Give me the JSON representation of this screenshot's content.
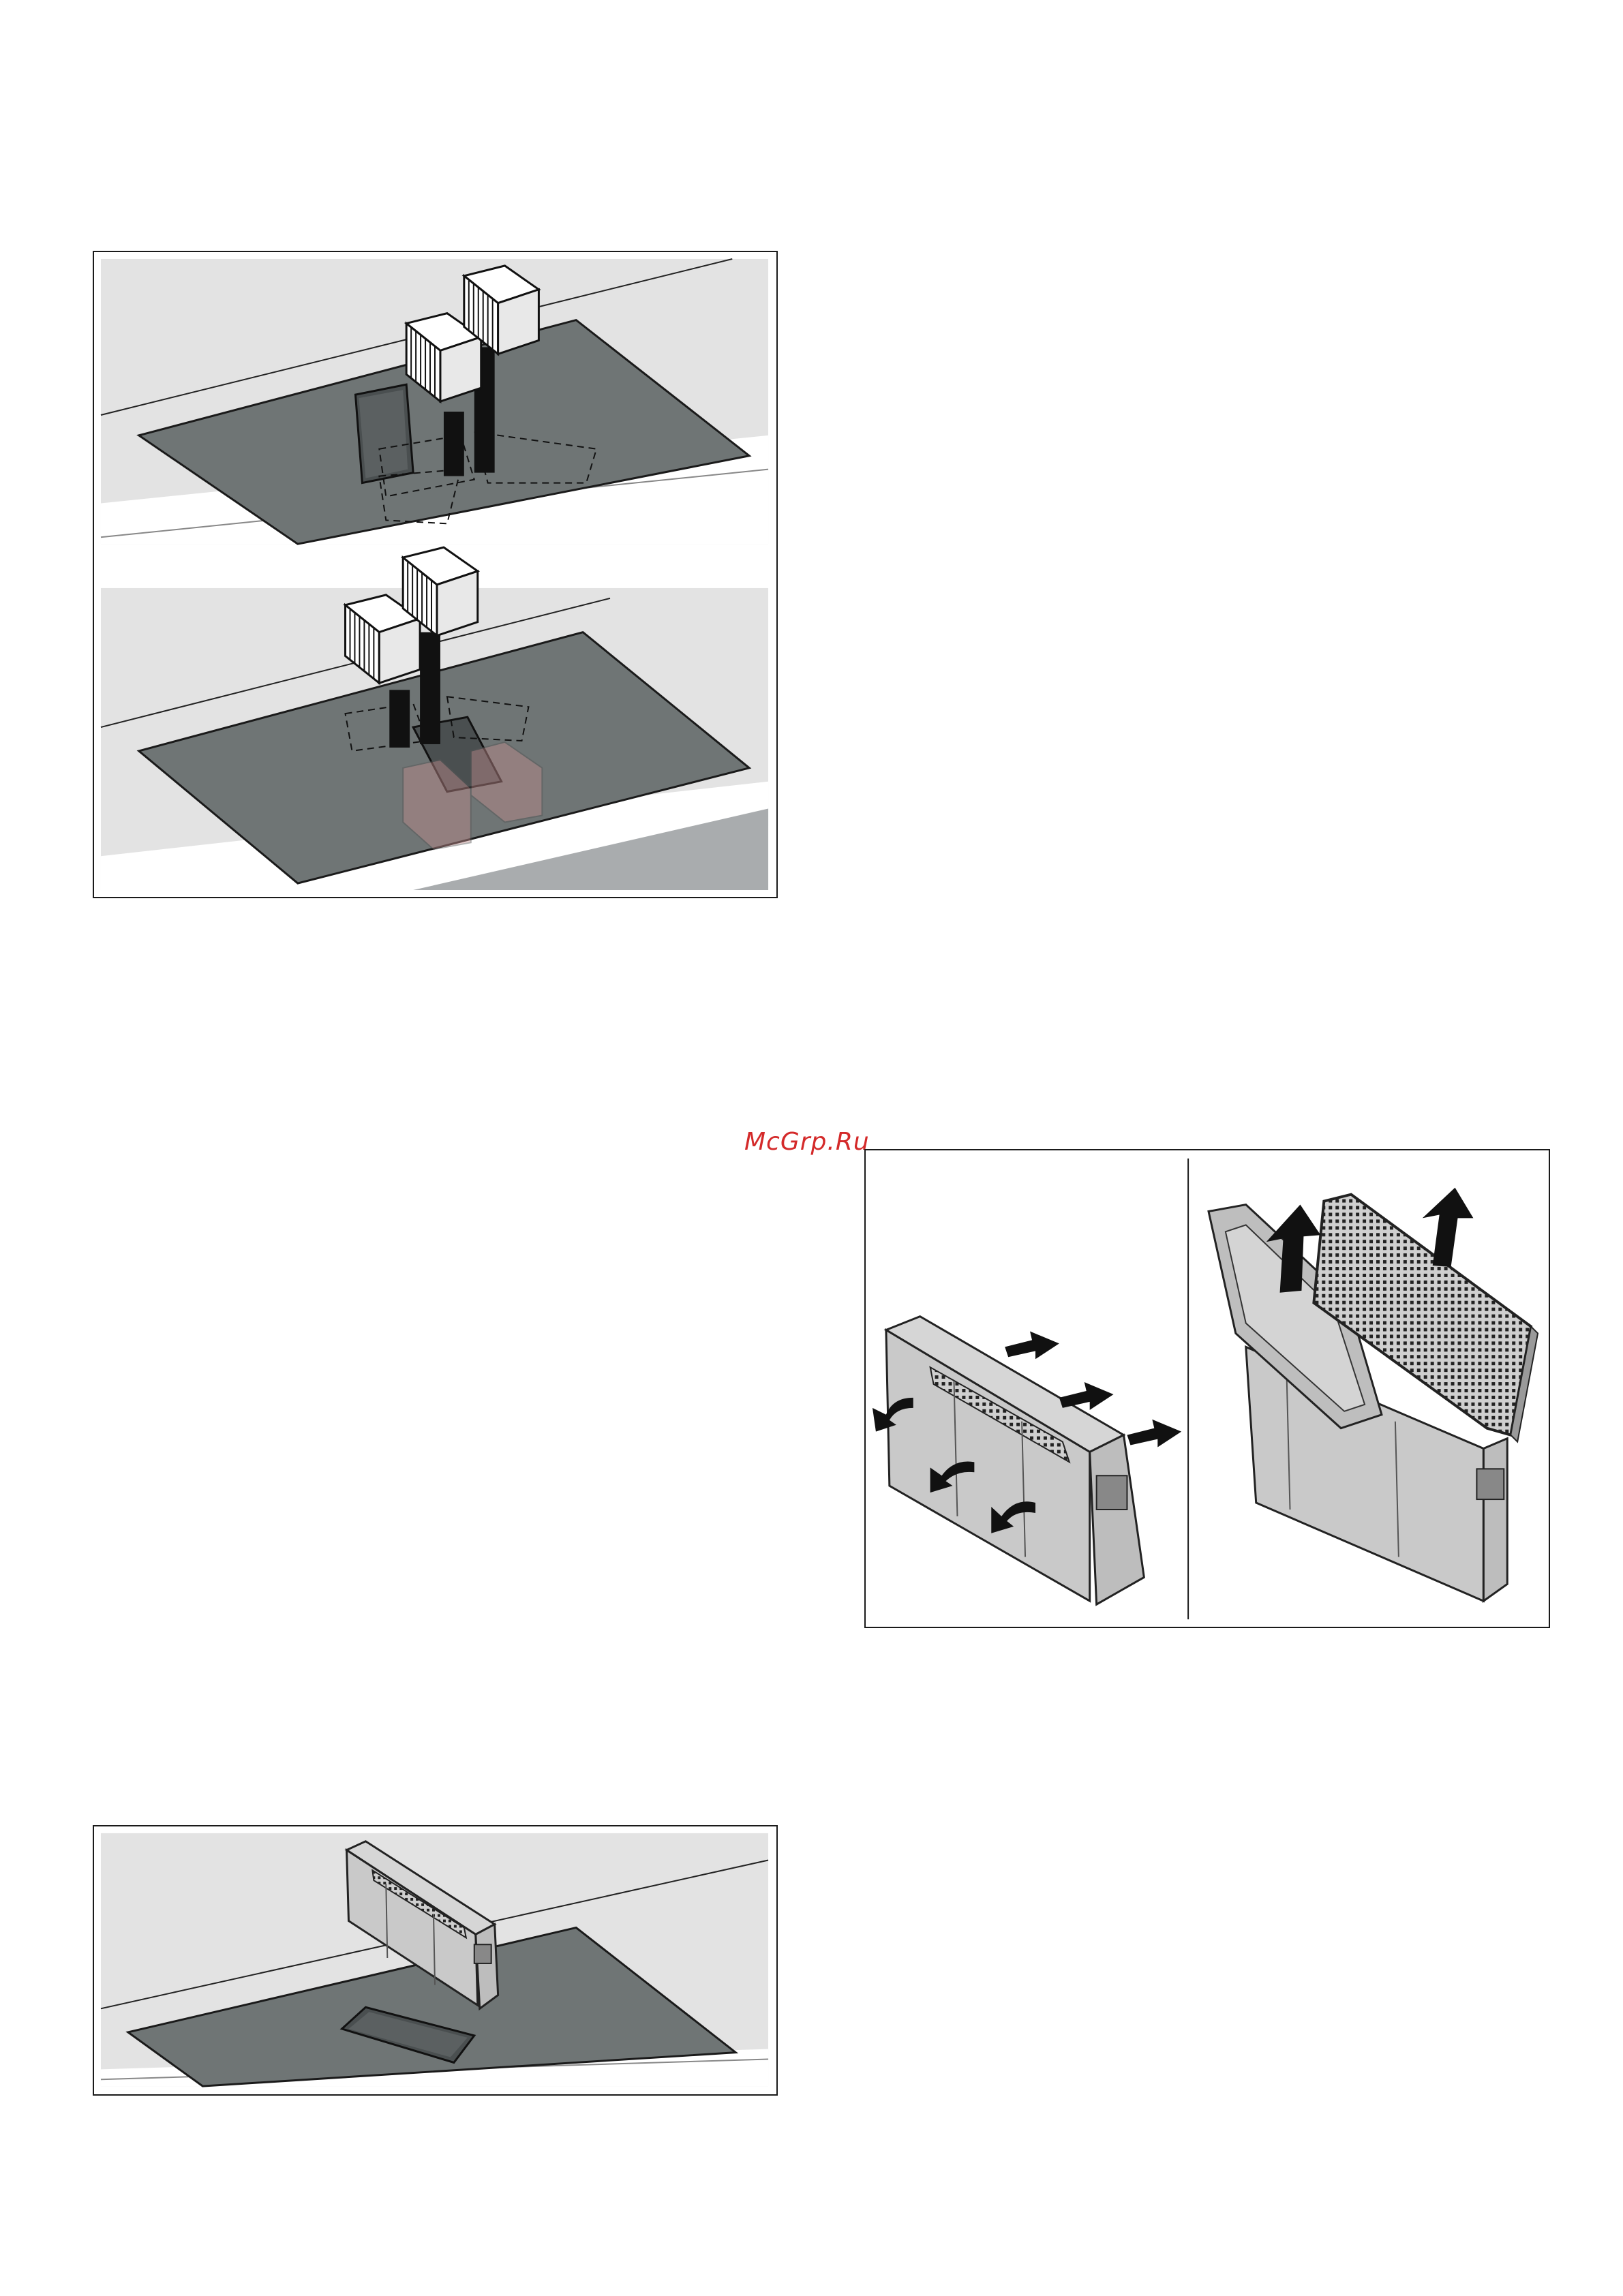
{
  "watermark": {
    "text": "McGrp.Ru"
  },
  "footer": {
    "page_mark": ""
  },
  "figures": [
    {
      "name": "hob-filter-replacement-figure",
      "panels": 2
    },
    {
      "name": "filter-cassette-opening-figure",
      "panels": 2
    },
    {
      "name": "cassette-insertion-figure",
      "panels": 1
    }
  ],
  "colors": {
    "hob_glass": "#6f7575",
    "countertop": "#e3e3e3",
    "countertop_front": "#a9acae",
    "arrow": "#111111",
    "watermark": "#d42a2a",
    "frame": "#1a1a1a"
  },
  "icons": [
    "arrow-up-icon",
    "arrow-curved-icon",
    "filter-block-icon",
    "filter-cassette-icon"
  ]
}
